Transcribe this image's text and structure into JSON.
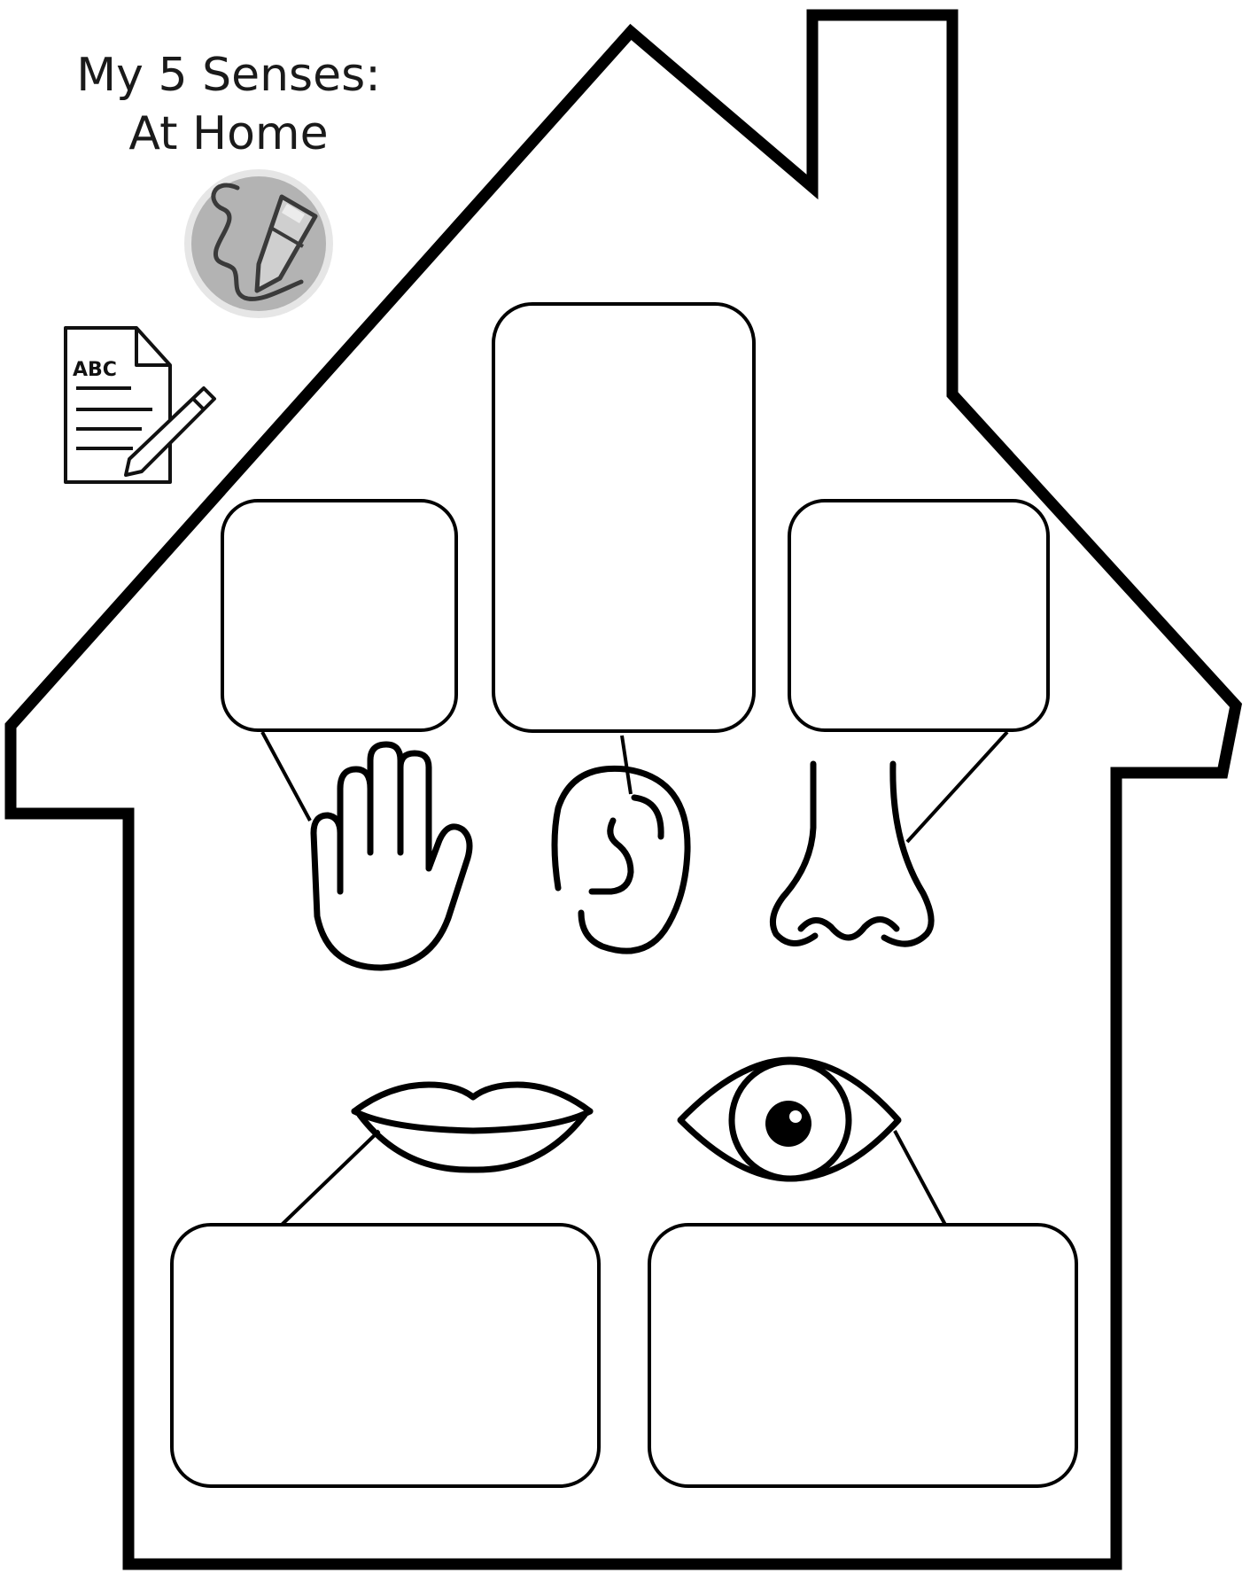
{
  "title": {
    "line1": "My 5 Senses:",
    "line2": "At Home"
  },
  "worksheet_icon": {
    "text": "ABC",
    "icon": "worksheet-pencil-icon"
  },
  "badge_icon": "pencil-badge-icon",
  "senses": [
    {
      "id": "touch",
      "icon": "hand-icon",
      "answer": ""
    },
    {
      "id": "hearing",
      "icon": "ear-icon",
      "answer": ""
    },
    {
      "id": "smell",
      "icon": "nose-icon",
      "answer": ""
    },
    {
      "id": "taste",
      "icon": "lips-icon",
      "answer": ""
    },
    {
      "id": "sight",
      "icon": "eye-icon",
      "answer": ""
    }
  ],
  "colors": {
    "outline": "#000000",
    "badge_fill": "#b3b3b3",
    "badge_ring": "#d9d9d9"
  }
}
